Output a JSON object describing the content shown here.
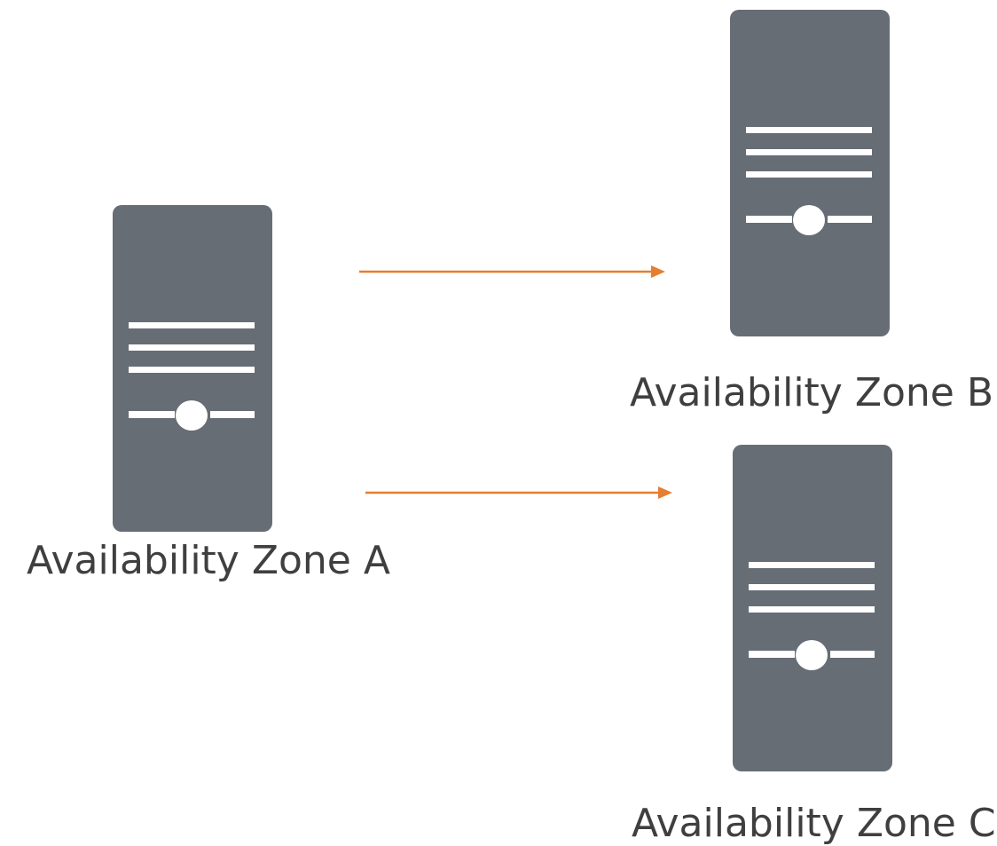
{
  "zones": {
    "a": {
      "label": "Availability Zone A",
      "icon": "server-icon"
    },
    "b": {
      "label": "Availability Zone B",
      "icon": "server-icon"
    },
    "c": {
      "label": "Availability Zone C",
      "icon": "server-icon"
    }
  },
  "colors": {
    "server": "#666d75",
    "server_detail": "#ffffff",
    "arrow": "#e67e30",
    "text": "#3f3f3f"
  },
  "connections": [
    {
      "from": "Availability Zone A",
      "to": "Availability Zone B"
    },
    {
      "from": "Availability Zone A",
      "to": "Availability Zone C"
    }
  ]
}
